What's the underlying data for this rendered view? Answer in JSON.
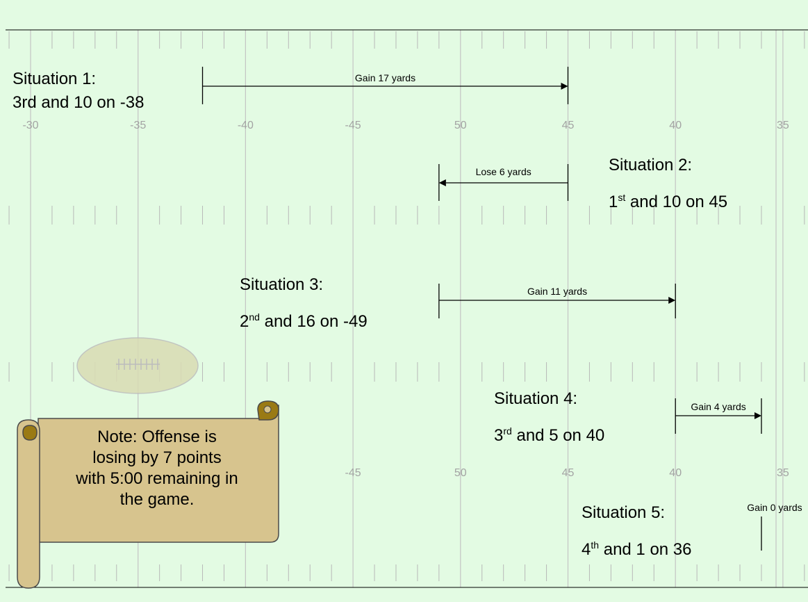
{
  "field": {
    "colors": {
      "grass": "#e3fbe3",
      "yard_line": "#c4c4c4",
      "hash": "#b8b8b8",
      "number": "#a3a3a3",
      "sideline": "#000000"
    },
    "top_numbers": [
      "-30",
      "-35",
      "-40",
      "-45",
      "50",
      "45",
      "40",
      "35"
    ],
    "bottom_numbers": [
      "-45",
      "50",
      "45",
      "40",
      "35"
    ]
  },
  "situations": [
    {
      "title": "Situation 1:",
      "down_num": "3rd",
      "down_sup": "",
      "rest": " and 10 on -38"
    },
    {
      "title": "Situation 2:",
      "down_num": "1",
      "down_sup": "st",
      "rest": " and 10 on 45"
    },
    {
      "title": "Situation 3:",
      "down_num": "2",
      "down_sup": "nd",
      "rest": " and 16 on -49"
    },
    {
      "title": "Situation 4:",
      "down_num": "3",
      "down_sup": "rd",
      "rest": " and 5 on 40"
    },
    {
      "title": "Situation 5:",
      "down_num": "4",
      "down_sup": "th",
      "rest": " and 1 on 36"
    }
  ],
  "plays": [
    {
      "label": "Gain 17 yards",
      "from": "-38",
      "to": "45"
    },
    {
      "label": "Lose 6 yards",
      "from": "45",
      "to": "-49"
    },
    {
      "label": "Gain 11 yards",
      "from": "-49",
      "to": "40"
    },
    {
      "label": "Gain 4 yards",
      "from": "40",
      "to": "36"
    },
    {
      "label": "Gain 0 yards",
      "from": "36",
      "to": "36"
    }
  ],
  "note": {
    "lines": [
      "Note: Offense is",
      "losing by 7 points",
      "with 5:00 remaining in",
      "the game."
    ],
    "colors": {
      "scroll": "#d7c48e",
      "roll": "#9a7a14",
      "border": "#4a4a4a"
    }
  },
  "football": {
    "colors": {
      "fill": "#d9dcb4",
      "stitch": "#bcbcbc"
    }
  }
}
